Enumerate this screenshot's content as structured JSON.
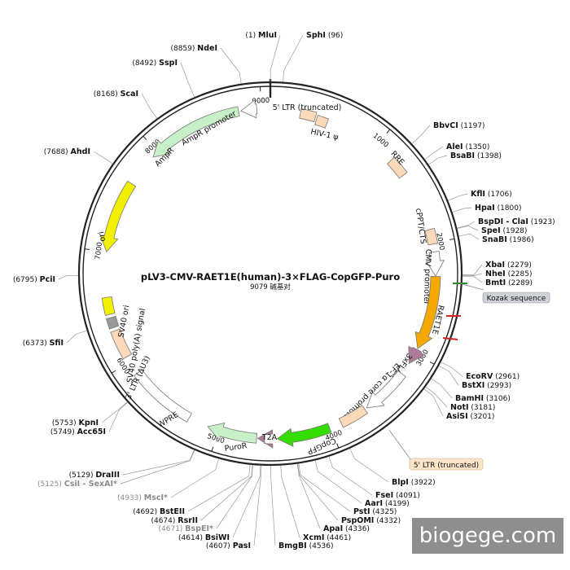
{
  "plasmid": {
    "name": "pLV3-CMV-RAET1E(human)-3×FLAG-CopGFP-Puro",
    "size_label": "9079 碱基对",
    "length": 9079
  },
  "ticks": [
    "1000",
    "2000",
    "3000",
    "4000",
    "5000",
    "6000",
    "7000",
    "8000",
    "9000"
  ],
  "sites": [
    {
      "name": "MluI",
      "pos": "(1)"
    },
    {
      "name": "SphI",
      "pos": "(96)"
    },
    {
      "name": "BbvCI",
      "pos": "(1197)"
    },
    {
      "name": "AleI",
      "pos": "(1350)"
    },
    {
      "name": "BsaBI",
      "pos": "(1398)"
    },
    {
      "name": "KflI",
      "pos": "(1706)"
    },
    {
      "name": "HpaI",
      "pos": "(1800)"
    },
    {
      "name": "BspDI - ClaI",
      "pos": "(1923)"
    },
    {
      "name": "SpeI",
      "pos": "(1928)"
    },
    {
      "name": "SnaBI",
      "pos": "(1986)"
    },
    {
      "name": "XbaI",
      "pos": "(2279)"
    },
    {
      "name": "NheI",
      "pos": "(2285)"
    },
    {
      "name": "BmtI",
      "pos": "(2289)"
    },
    {
      "name": "EcoRV",
      "pos": "(2961)"
    },
    {
      "name": "BstXI",
      "pos": "(2993)"
    },
    {
      "name": "BamHI",
      "pos": "(3106)"
    },
    {
      "name": "NotI",
      "pos": "(3181)"
    },
    {
      "name": "AsiSI",
      "pos": "(3201)"
    },
    {
      "name": "BlpI",
      "pos": "(3922)"
    },
    {
      "name": "FseI",
      "pos": "(4091)"
    },
    {
      "name": "AarI",
      "pos": "(4199)"
    },
    {
      "name": "PstI",
      "pos": "(4325)"
    },
    {
      "name": "PspOMI",
      "pos": "(4332)"
    },
    {
      "name": "ApaI",
      "pos": "(4336)"
    },
    {
      "name": "XcmI",
      "pos": "(4461)"
    },
    {
      "name": "BmgBI",
      "pos": "(4536)"
    },
    {
      "name": "PasI",
      "pos": "(4607)"
    },
    {
      "name": "BsiWI",
      "pos": "(4614)"
    },
    {
      "name": "BspEI*",
      "pos": "(4671)"
    },
    {
      "name": "RsrII",
      "pos": "(4674)"
    },
    {
      "name": "BstEII",
      "pos": "(4692)"
    },
    {
      "name": "MscI*",
      "pos": "(4933)"
    },
    {
      "name": "CsiI - SexAI*",
      "pos": "(5125)"
    },
    {
      "name": "DraIII",
      "pos": "(5129)"
    },
    {
      "name": "Acc65I",
      "pos": "(5749)"
    },
    {
      "name": "KpnI",
      "pos": "(5753)"
    },
    {
      "name": "SfiI",
      "pos": "(6373)"
    },
    {
      "name": "PciI",
      "pos": "(6795)"
    },
    {
      "name": "AhdI",
      "pos": "(7688)"
    },
    {
      "name": "ScaI",
      "pos": "(8168)"
    },
    {
      "name": "SspI",
      "pos": "(8492)"
    },
    {
      "name": "NdeI",
      "pos": "(8859)"
    }
  ],
  "features": [
    {
      "name": "5' LTR (truncated)",
      "color": "#fcd9b8"
    },
    {
      "name": "HIV-1 ψ",
      "color": "#fcd9b8"
    },
    {
      "name": "RRE",
      "color": "#fcd9b8"
    },
    {
      "name": "cPPT/CTS",
      "color": "#fcd9b8"
    },
    {
      "name": "CMV promoter",
      "color": "#ffffff"
    },
    {
      "name": "RAET1E",
      "color": "#f5a800"
    },
    {
      "name": "3xFLAG",
      "color": "#b07a9a"
    },
    {
      "name": "EF-1α core promoter",
      "color": "#ffffff"
    },
    {
      "name": "5' LTR (truncated)",
      "color": "#fcd9b8"
    },
    {
      "name": "CopGFP",
      "color": "#33dd00"
    },
    {
      "name": "T2A",
      "color": "#b07a9a"
    },
    {
      "name": "PuroR",
      "color": "#c8f0c8"
    },
    {
      "name": "WPRE",
      "color": "#ffffff"
    },
    {
      "name": "3' LTR (ΔU3)",
      "color": "#fcd9b8"
    },
    {
      "name": "SV40 poly(A) signal",
      "color": "#999999"
    },
    {
      "name": "SV40 ori",
      "color": "#f0f000"
    },
    {
      "name": "ori",
      "color": "#f0f000"
    },
    {
      "name": "AmpR",
      "color": "#c8f0c8"
    },
    {
      "name": "AmpR promoter",
      "color": "#ffffff"
    }
  ],
  "callouts": {
    "kozak": "Kozak sequence",
    "ltr5": "5' LTR (truncated)"
  },
  "watermark": "biogege.com"
}
